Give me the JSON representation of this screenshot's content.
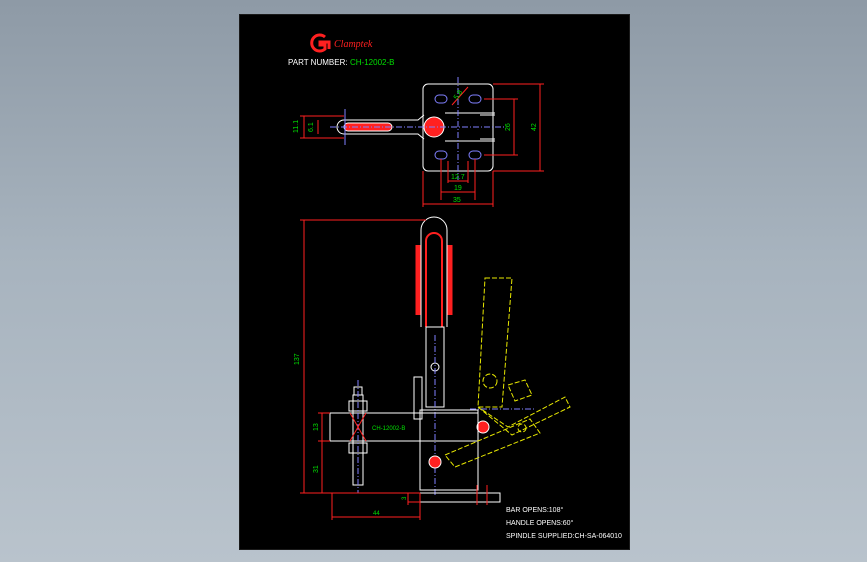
{
  "logo": {
    "text": "Clamptek",
    "color": "#ff2020"
  },
  "header": {
    "part_number_label": "PART NUMBER:",
    "part_number_value": "CH-12002-B"
  },
  "top_view": {
    "dims": {
      "d_11_1": "11.1",
      "d_6_1": "6.1",
      "d_26": "26",
      "d_42": "42",
      "d_12_7": "12.7",
      "d_19": "19",
      "d_35": "35",
      "d_5_8": "5.8"
    }
  },
  "side_view": {
    "dims": {
      "d_137": "137",
      "d_13": "13",
      "d_31": "31",
      "d_3": "3",
      "d_44": "44"
    },
    "body_label": "CH-12002-B"
  },
  "notes": {
    "bar_opens": "BAR OPENS:108°",
    "handle_opens": "HANDLE OPENS:60°",
    "spindle": "SPINDLE SUPPLIED:CH-SA-064010"
  },
  "colors": {
    "background": "#000000",
    "outline": "#ffffff",
    "dimension": "#ff2020",
    "dim_text": "#00e000",
    "part_fill": "#ff2020",
    "center": "#8080ff",
    "alt_position": "#e8e800"
  }
}
